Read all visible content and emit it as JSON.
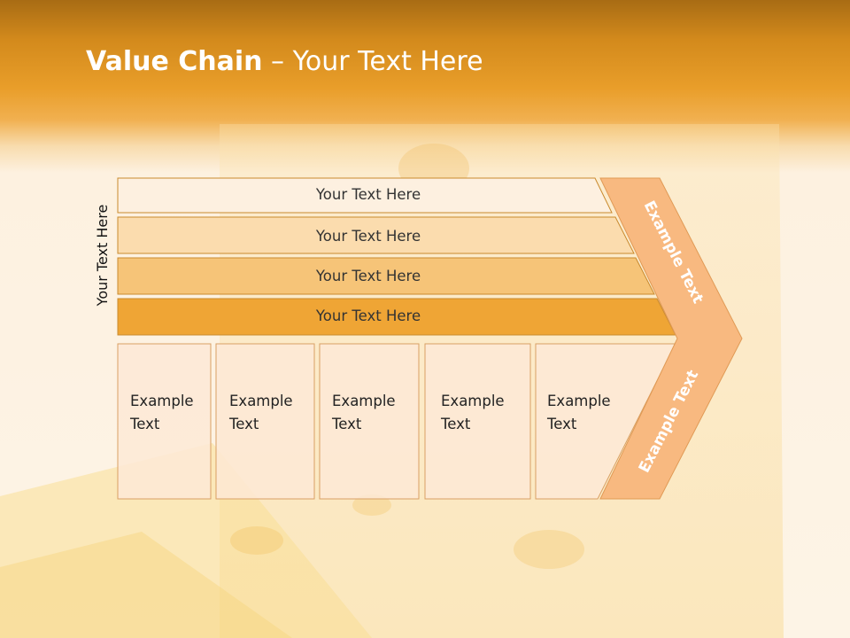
{
  "title": {
    "bold": "Value Chain",
    "rest": " – Your Text Here"
  },
  "side_label": "Your Text Here",
  "bands": [
    {
      "label": "Your Text Here",
      "fill": "#fdf0e0"
    },
    {
      "label": "Your Text Here",
      "fill": "#fbdcae"
    },
    {
      "label": "Your Text Here",
      "fill": "#f6c478"
    },
    {
      "label": "Your Text Here",
      "fill": "#efa535"
    }
  ],
  "boxes": [
    {
      "line1": "Example",
      "line2": "Text"
    },
    {
      "line1": "Example",
      "line2": "Text"
    },
    {
      "line1": "Example",
      "line2": "Text"
    },
    {
      "line1": "Example",
      "line2": "Text"
    },
    {
      "line1": "Example",
      "line2": "Text"
    }
  ],
  "arrow": {
    "upper_label": "Example Text",
    "lower_label": "Example Text",
    "fill": "#f8b980"
  },
  "colors": {
    "header": "#e99e2a",
    "box_fill": "#fde9d6",
    "box_stroke": "#d9a064",
    "band_stroke": "#c98a2e"
  }
}
